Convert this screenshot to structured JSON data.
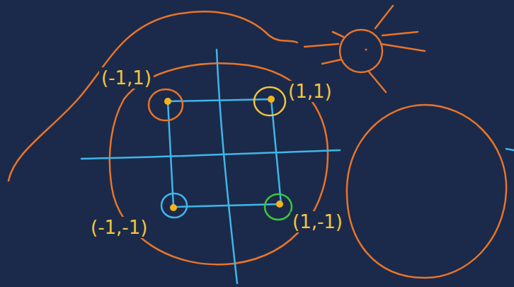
{
  "diagram": {
    "labels": [
      "(-1,1)",
      "(1,1)",
      "(-1,-1)",
      "(1,-1)"
    ]
  }
}
